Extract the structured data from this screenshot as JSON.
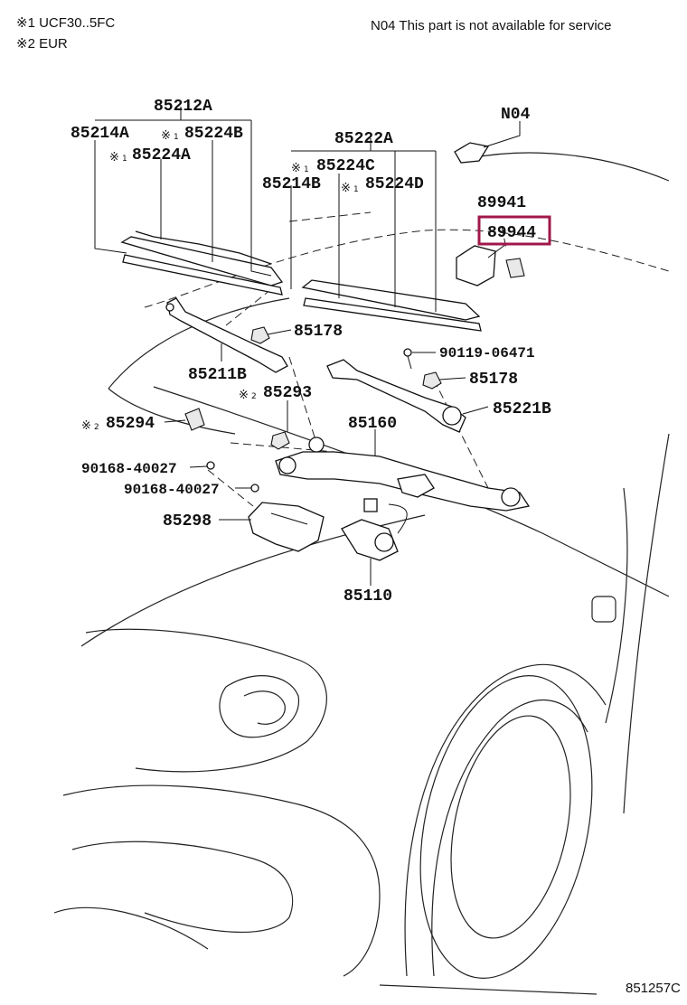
{
  "notes": {
    "note1": "※1 UCF30..5FC",
    "note2": "※2 EUR",
    "service": "N04  This part is not available for service",
    "diagram_id": "851257C"
  },
  "mark": "※",
  "labels": {
    "p85212A": "85212A",
    "p85214A": "85214A",
    "p85224B": "85224B",
    "p85224A": "85224A",
    "p85222A": "85222A",
    "p85224C": "85224C",
    "p85214B": "85214B",
    "p85224D": "85224D",
    "N04": "N04",
    "p89941": "89941",
    "p89944": "89944",
    "p85178a": "85178",
    "p85211B": "85211B",
    "p90119": "90119-06471",
    "p85178b": "85178",
    "p85293": "85293",
    "p85221B": "85221B",
    "p85294": "85294",
    "p85160": "85160",
    "p90168a": "90168-40027",
    "p90168b": "90168-40027",
    "p85298": "85298",
    "p85110": "85110"
  },
  "highlight": {
    "part": "89944",
    "color": "#a0184a"
  }
}
